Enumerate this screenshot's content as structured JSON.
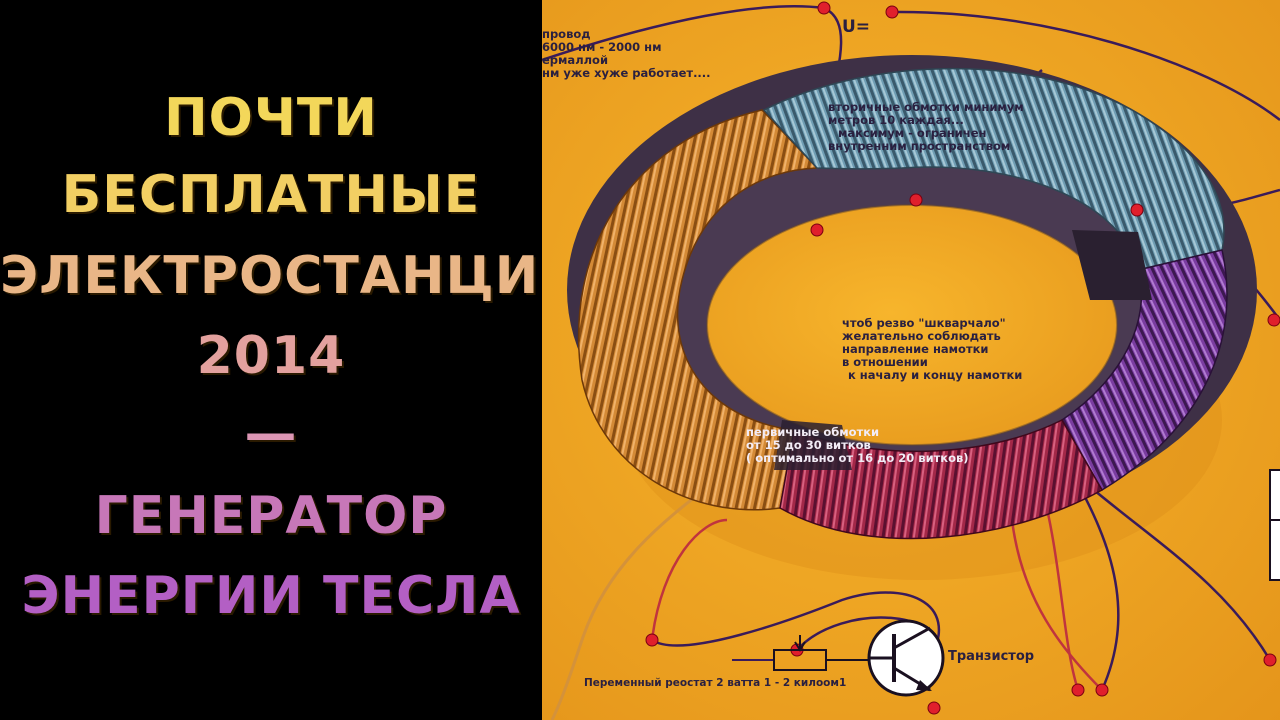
{
  "headline": {
    "line1": "ПОЧТИ",
    "line2": "БЕСПЛАТНЫЕ",
    "line3": "ЭЛЕКТРОСТАНЦИИ",
    "line4": "2014",
    "dash": "—",
    "line5": "ГЕНЕРАТОР",
    "line6": "ЭНЕРГИИ ТЕСЛА"
  },
  "colors": {
    "background_left": "#000000",
    "background_right": "#f0a820",
    "title_gold": "#f3d75a",
    "title_pink": "#d98ab0",
    "title_purple": "#b35fc4",
    "copper_coil": "#c97a2a",
    "blue_coil": "#5f8fa6",
    "red_coil": "#b02040"
  },
  "diagram": {
    "top_note_1": "провод",
    "top_note_2": "6000 нм - 2000 нм",
    "top_note_3": "ермаллой",
    "top_note_4": "нм уже хуже работает....",
    "voltage_label": "U=",
    "secondary_1": "вторичные обмотки  минимум",
    "secondary_2": "метров 10 каждая...",
    "secondary_3": "максимум - ограничен",
    "secondary_4": "внутренним  пространством",
    "direction_1": "чтоб резво \"шкварчало\"",
    "direction_2": "желательно соблюдать",
    "direction_3": "направление намотки",
    "direction_4": "в отношении",
    "direction_5": "к началу и концу намотки",
    "primary_1": "первичные обмотки",
    "primary_2": "от 15  до 30 витков",
    "primary_3": "( оптимально  от 16 до 20 витков)",
    "transistor_label": "Транзистор",
    "rheostat_label": "Переменный реостат 2 ватта 1 - 2 килоом1"
  }
}
